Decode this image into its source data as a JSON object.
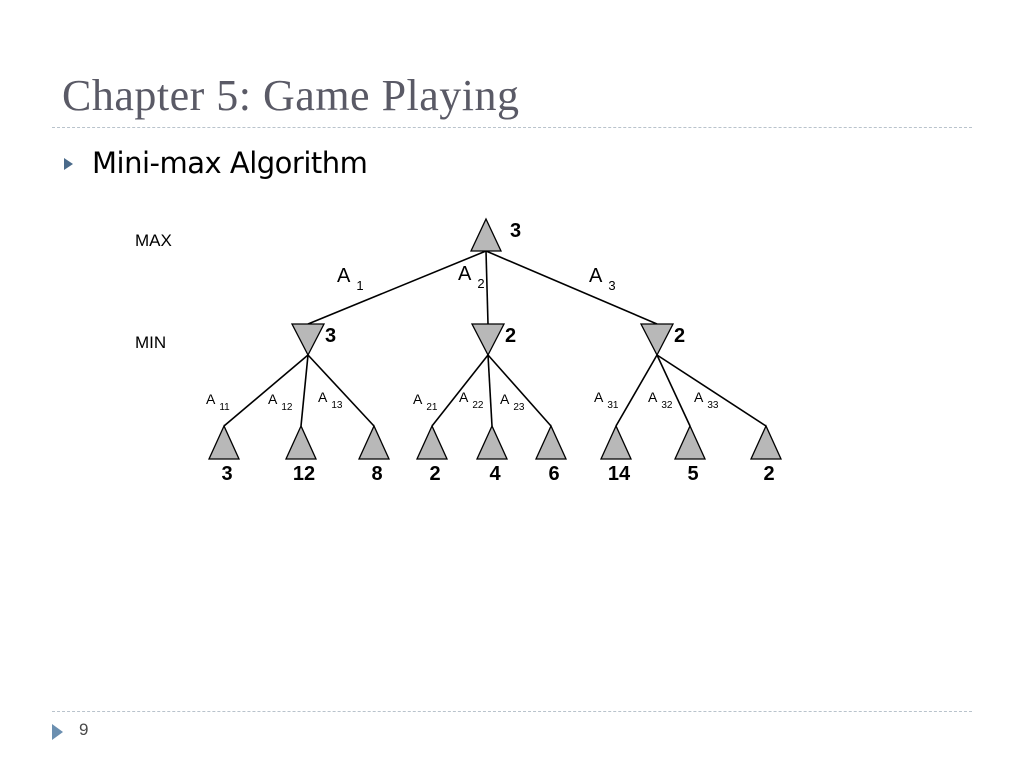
{
  "slide": {
    "title": "Chapter 5: Game Playing",
    "bullet": "Mini-max Algorithm",
    "page_number": "9"
  },
  "tree": {
    "level_labels": {
      "max": "MAX",
      "min": "MIN"
    },
    "root": {
      "value": "3",
      "player": "MAX"
    },
    "root_edges": [
      {
        "name": "A",
        "sub": "1"
      },
      {
        "name": "A",
        "sub": "2"
      },
      {
        "name": "A",
        "sub": "3"
      }
    ],
    "min_nodes": [
      {
        "value": "3",
        "edges": [
          {
            "name": "A",
            "sub": "11"
          },
          {
            "name": "A",
            "sub": "12"
          },
          {
            "name": "A",
            "sub": "13"
          }
        ],
        "leaves": [
          "3",
          "12",
          "8"
        ]
      },
      {
        "value": "2",
        "edges": [
          {
            "name": "A",
            "sub": "21"
          },
          {
            "name": "A",
            "sub": "22"
          },
          {
            "name": "A",
            "sub": "23"
          }
        ],
        "leaves": [
          "2",
          "4",
          "6"
        ]
      },
      {
        "value": "2",
        "edges": [
          {
            "name": "A",
            "sub": "31"
          },
          {
            "name": "A",
            "sub": "32"
          },
          {
            "name": "A",
            "sub": "33"
          }
        ],
        "leaves": [
          "14",
          "5",
          "2"
        ]
      }
    ],
    "colors": {
      "node_fill": "#b8b8b8",
      "stroke": "#000000"
    }
  }
}
